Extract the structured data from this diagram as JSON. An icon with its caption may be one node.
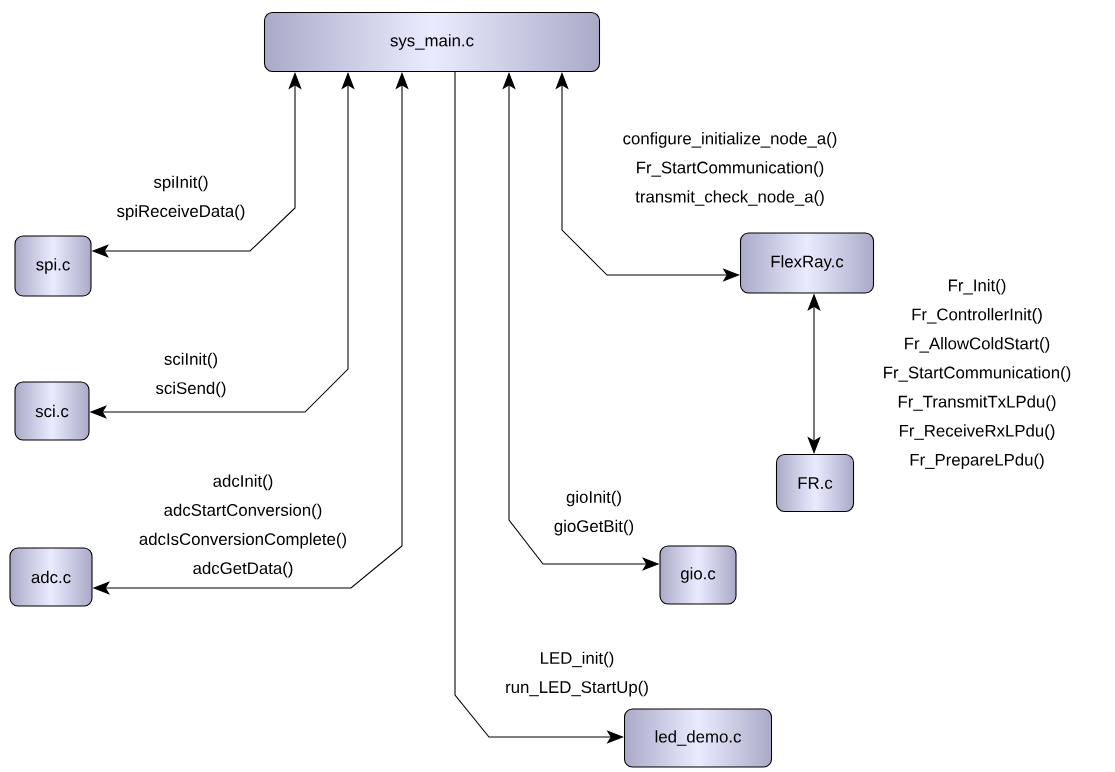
{
  "diagram": {
    "nodes": [
      {
        "text": [
          "sys_main.c"
        ]
      },
      {
        "text": [
          "spi.c"
        ]
      },
      {
        "text": [
          "FlexRay.c"
        ]
      },
      {
        "text": [
          "sci.c"
        ]
      },
      {
        "text": [
          "FR.c"
        ]
      },
      {
        "text": [
          "adc.c"
        ]
      },
      {
        "text": [
          "gio.c"
        ]
      },
      {
        "text": [
          "led_demo.c"
        ]
      }
    ],
    "edges": [
      {
        "from": 0,
        "to": 1,
        "arrow": "both",
        "label": "spiInit() spiReceiveData()"
      },
      {
        "from": 0,
        "to": 2,
        "arrow": "both",
        "label": "configure_initialize_node_a() Fr_StartCommunication() transmit_check_node_a()"
      },
      {
        "from": 2,
        "to": 4,
        "arrow": "both",
        "label": "Fr_Init() Fr_ControllerInit() Fr_AllowColdStart() Fr_StartCommunication() Fr_TransmitTxLPdu() Fr_ReceiveRxLPdu() Fr_PrepareLPdu()"
      },
      {
        "from": 0,
        "to": 3,
        "arrow": "both",
        "label": "sciInit() sciSend()"
      },
      {
        "from": 0,
        "to": 5,
        "arrow": "both",
        "label": "adcInit() adcStartConversion() adcIsConversionComplete() adcGetData()"
      },
      {
        "from": 0,
        "to": 6,
        "arrow": "both",
        "label": "gioInit() gioGetBit()"
      },
      {
        "from": 0,
        "to": 7,
        "arrow": "to",
        "label": "LED_init() run_LED_StartUp()"
      }
    ]
  }
}
